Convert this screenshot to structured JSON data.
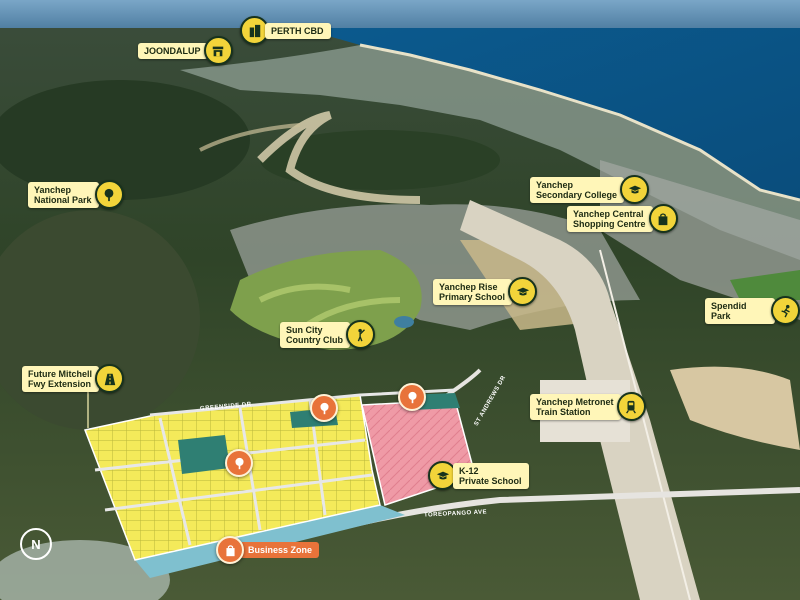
{
  "labels": {
    "perth_cbd": "PERTH CBD",
    "joondalup": "JOONDALUP",
    "yanchep_np": "Yanchep\nNational Park",
    "secondary_college": "Yanchep\nSecondary College",
    "shopping_centre": "Yanchep Central\nShopping Centre",
    "rise_primary": "Yanchep Rise\nPrimary School",
    "spendid_park": "Spendid Park",
    "sun_city": "Sun City\nCountry Club",
    "mitchell_fwy": "Future Mitchell\nFwy Extension",
    "metronet": "Yanchep Metronet\nTrain Station",
    "k12": "K-12\nPrivate School",
    "business_zone": "Business Zone"
  },
  "streets": {
    "greenside": "GREENSIDE DR",
    "st_andrews": "ST ANDREWS DR",
    "toreopango": "TOREOPANGO AVE"
  },
  "compass": "N",
  "colors": {
    "badge_yellow": "#f2d43a",
    "label_bg": "#fff6b8",
    "accent_orange": "#e8733a",
    "lot_yellow": "#f4ea5a",
    "school_pink": "#ef9aa6",
    "business_blue": "#7fc0cf"
  },
  "icons": {
    "perth_cbd": "building-icon",
    "joondalup": "shop-icon",
    "yanchep_np": "tree-icon",
    "secondary_college": "graduation-cap-icon",
    "shopping_centre": "shopping-bag-icon",
    "rise_primary": "graduation-cap-icon",
    "spendid_park": "runner-icon",
    "sun_city": "golfer-icon",
    "mitchell_fwy": "highway-icon",
    "metronet": "train-icon",
    "k12": "graduation-cap-icon",
    "business_zone": "shopping-bag-icon",
    "park": "tree-icon"
  }
}
